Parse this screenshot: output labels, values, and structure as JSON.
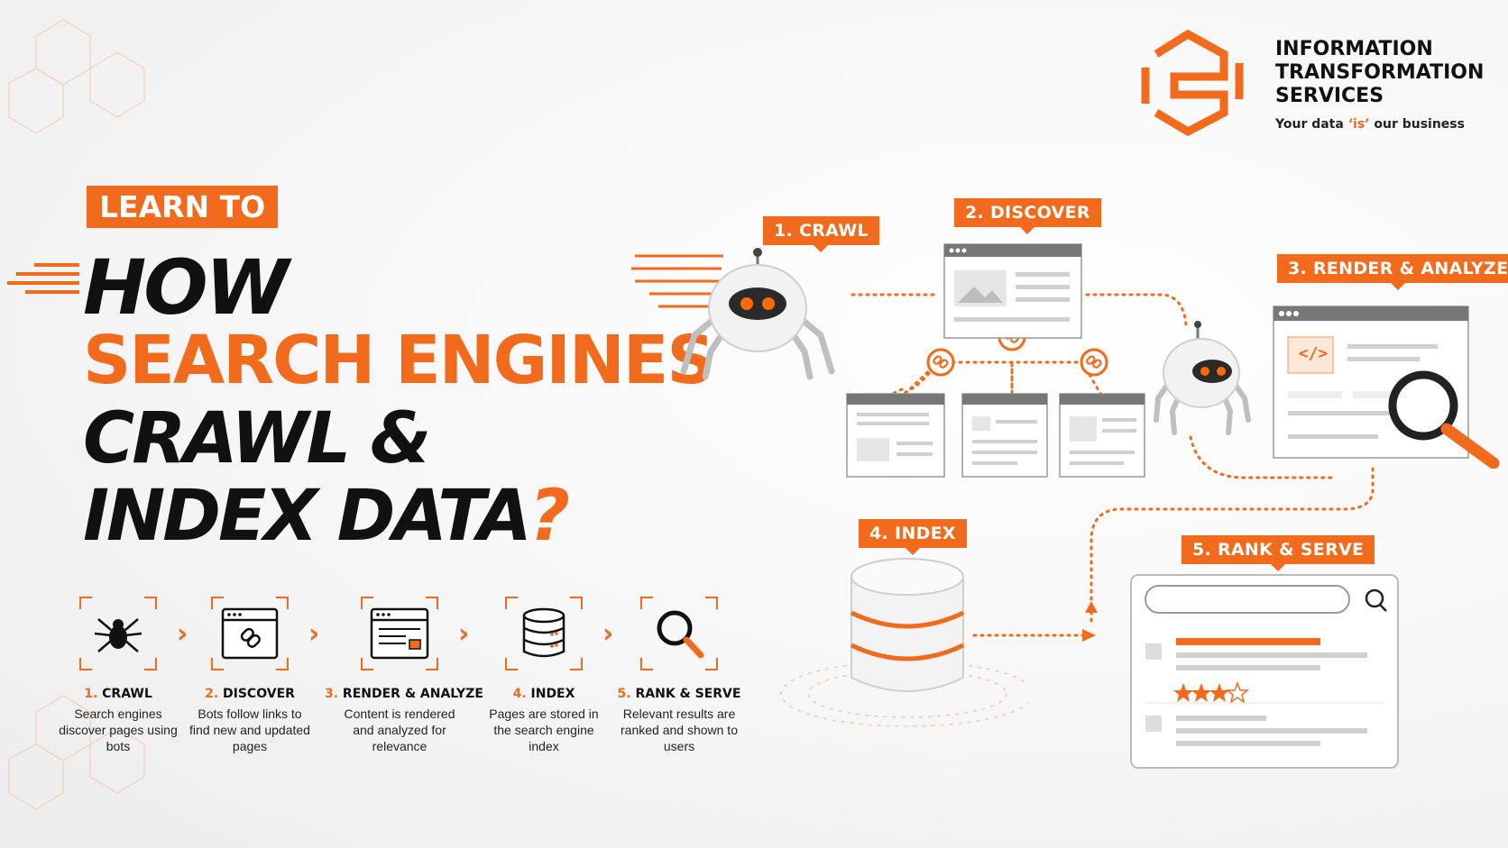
{
  "brand": {
    "line1": "INFORMATION",
    "line2": "TRANSFORMATION",
    "line3": "SERVICES",
    "tagline_pre": "Your data ",
    "tagline_mid": "‘is’",
    "tagline_post": " our business"
  },
  "hero": {
    "kicker": "LEARN TO",
    "line1": "HOW",
    "line2": "SEARCH ENGINES",
    "line3": "CRAWL &",
    "line4a": "INDEX DATA",
    "line4b": "?"
  },
  "diagram": {
    "crawl": "1. CRAWL",
    "discover": "2. DISCOVER",
    "render": "3. RENDER & ANALYZE",
    "index": "4. INDEX",
    "rank": "5. RANK & SERVE",
    "code_glyph": "</>"
  },
  "steps": [
    {
      "num": "1.",
      "label": " CRAWL",
      "desc": "Search engines discover pages using bots",
      "icon": "spider-icon"
    },
    {
      "num": "2.",
      "label": " DISCOVER",
      "desc": "Bots follow links to find new and updated pages",
      "icon": "link-icon"
    },
    {
      "num": "3.",
      "label": " RENDER & ANALYZE",
      "desc": "Content is rendered and analyzed for relevance",
      "icon": "document-icon"
    },
    {
      "num": "4.",
      "label": " INDEX",
      "desc": "Pages are stored in the search engine index",
      "icon": "database-icon"
    },
    {
      "num": "5.",
      "label": " RANK & SERVE",
      "desc": "Relevant results are ranked and shown to users",
      "icon": "search-icon"
    }
  ],
  "colors": {
    "accent": "#f26a1b",
    "text": "#111111"
  }
}
